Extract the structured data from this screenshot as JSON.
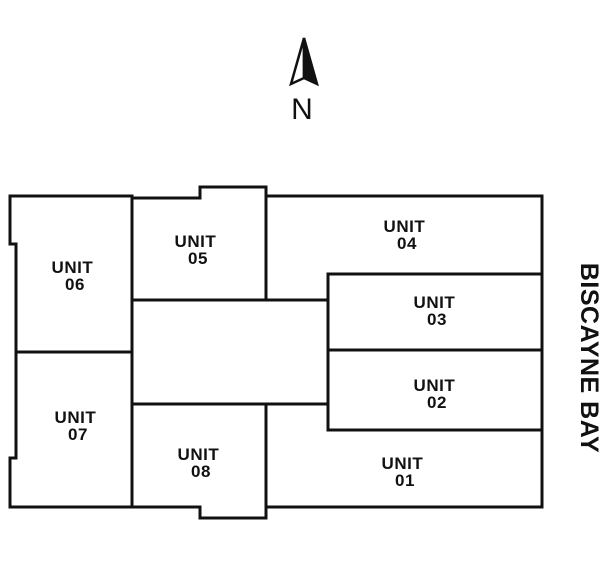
{
  "compass": {
    "icon": "north-arrow-icon",
    "letter": "N"
  },
  "water_label": "BISCAYNE BAY",
  "units": [
    {
      "id": "unit-04",
      "line1": "UNIT",
      "line2": "04"
    },
    {
      "id": "unit-05",
      "line1": "UNIT",
      "line2": "05"
    },
    {
      "id": "unit-06",
      "line1": "UNIT",
      "line2": "06"
    },
    {
      "id": "unit-03",
      "line1": "UNIT",
      "line2": "03"
    },
    {
      "id": "unit-02",
      "line1": "UNIT",
      "line2": "02"
    },
    {
      "id": "unit-07",
      "line1": "UNIT",
      "line2": "07"
    },
    {
      "id": "unit-08",
      "line1": "UNIT",
      "line2": "08"
    },
    {
      "id": "unit-01",
      "line1": "UNIT",
      "line2": "01"
    }
  ]
}
